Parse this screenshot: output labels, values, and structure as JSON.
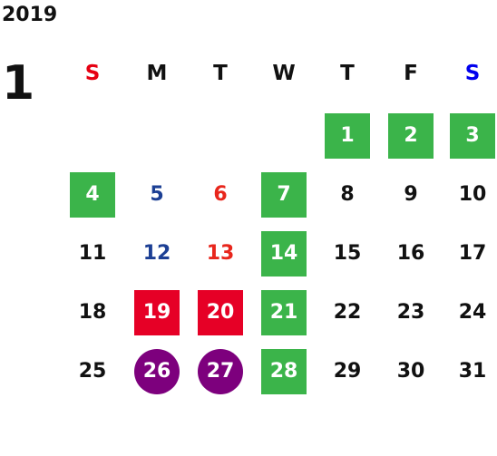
{
  "calendar": {
    "year": "2019",
    "month": "1",
    "weekday_headers": [
      {
        "label": "S",
        "color": "#e60012"
      },
      {
        "label": "M",
        "color": "#111111"
      },
      {
        "label": "T",
        "color": "#111111"
      },
      {
        "label": "W",
        "color": "#111111"
      },
      {
        "label": "T",
        "color": "#111111"
      },
      {
        "label": "F",
        "color": "#111111"
      },
      {
        "label": "S",
        "color": "#0000ee"
      }
    ],
    "days": [
      {
        "label": "1",
        "style": "green"
      },
      {
        "label": "2",
        "style": "green"
      },
      {
        "label": "3",
        "style": "green"
      },
      {
        "label": "4",
        "style": "green"
      },
      {
        "label": "5",
        "style": "saturday"
      },
      {
        "label": "6",
        "style": "sunday"
      },
      {
        "label": "7",
        "style": "green"
      },
      {
        "label": "8",
        "style": "plain"
      },
      {
        "label": "9",
        "style": "plain"
      },
      {
        "label": "10",
        "style": "plain"
      },
      {
        "label": "11",
        "style": "plain"
      },
      {
        "label": "12",
        "style": "saturday"
      },
      {
        "label": "13",
        "style": "sunday"
      },
      {
        "label": "14",
        "style": "green"
      },
      {
        "label": "15",
        "style": "plain"
      },
      {
        "label": "16",
        "style": "plain"
      },
      {
        "label": "17",
        "style": "plain"
      },
      {
        "label": "18",
        "style": "plain"
      },
      {
        "label": "19",
        "style": "red"
      },
      {
        "label": "20",
        "style": "red"
      },
      {
        "label": "21",
        "style": "green"
      },
      {
        "label": "22",
        "style": "plain"
      },
      {
        "label": "23",
        "style": "plain"
      },
      {
        "label": "24",
        "style": "plain"
      },
      {
        "label": "25",
        "style": "plain"
      },
      {
        "label": "26",
        "style": "purple"
      },
      {
        "label": "27",
        "style": "purple"
      },
      {
        "label": "28",
        "style": "green"
      },
      {
        "label": "29",
        "style": "plain"
      },
      {
        "label": "30",
        "style": "plain"
      },
      {
        "label": "31",
        "style": "plain"
      }
    ],
    "colors": {
      "green": "#3bb44a",
      "red": "#e60026",
      "purple": "#7d007d",
      "sunday": "#e8261c",
      "saturday": "#1c3f94",
      "plain": "#111111"
    }
  }
}
